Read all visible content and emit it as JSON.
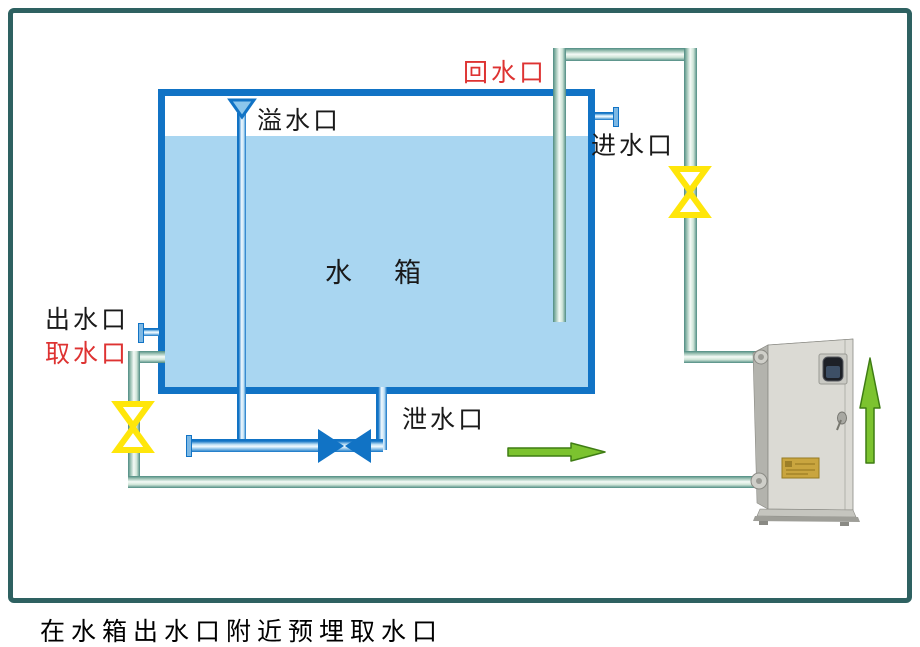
{
  "diagram": {
    "caption": "在水箱出水口附近预埋取水口",
    "tank": {
      "name_chars": [
        "水",
        "箱"
      ]
    },
    "ports": {
      "overflow": "溢水口",
      "return": "回水口",
      "inlet": "进水口",
      "outlet": "出水口",
      "intake": "取水口",
      "drain": "泄水口"
    },
    "icons": {
      "valves": [
        "yellow-valve-icon",
        "yellow-valve-icon",
        "blue-valve-icon"
      ],
      "arrows": [
        "flow-arrow-right-icon",
        "flow-arrow-up-icon"
      ],
      "funnel": "overflow-funnel-icon"
    },
    "colors": {
      "frame": "#2e6161",
      "tank_border": "#1173c5",
      "water": "#a9d6f1",
      "pipe_teal": "#4e8b82",
      "valve_yellow": "#ffe60a",
      "valve_blue": "#1173c5",
      "arrow_green": "#7cc32f",
      "label_red": "#de3332",
      "label_black": "#1a1a1a"
    }
  }
}
